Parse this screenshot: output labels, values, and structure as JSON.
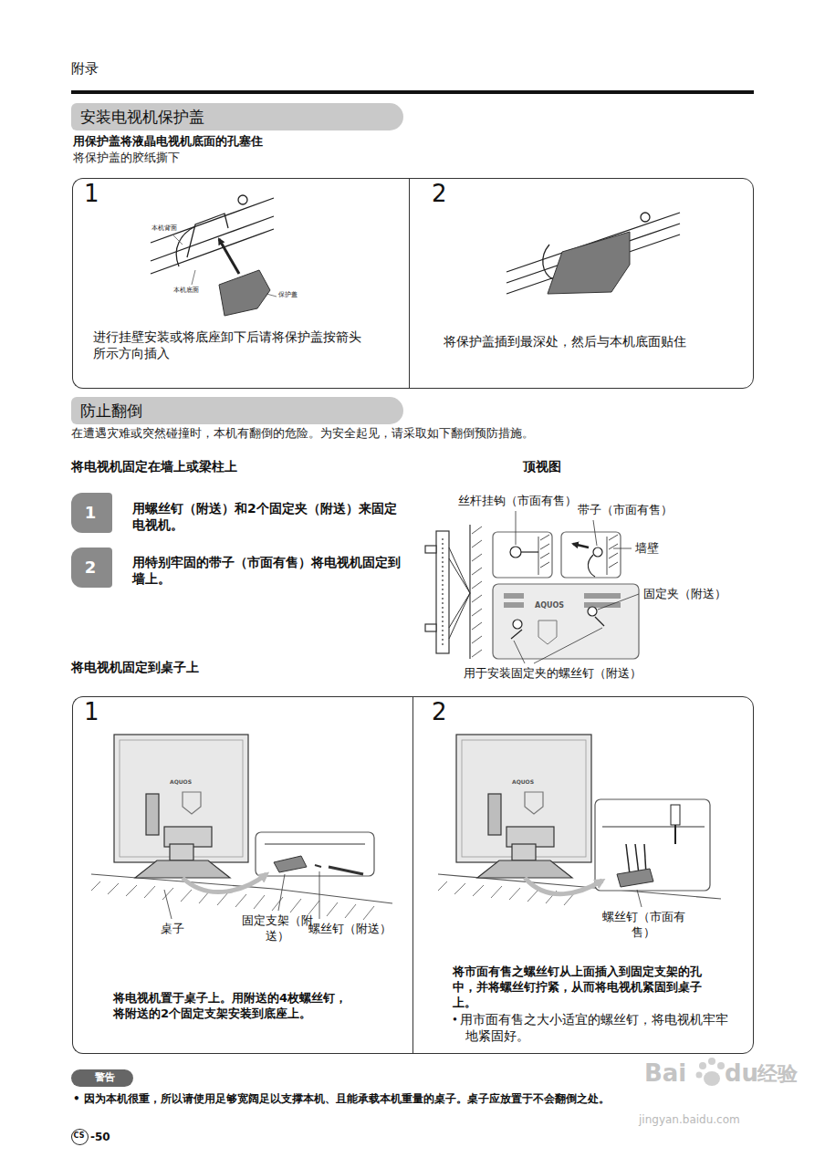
{
  "diagram": {
    "title": "附录",
    "nodes": [
      {
        "text": [
          "安装电视机保护盖"
        ]
      },
      {
        "text": [
          "1",
          "进行挂壁安装或将底座卸下后请将保护盖按箭头所示方向插入"
        ]
      },
      {
        "text": [
          "2",
          "将保护盖插到最深处，然后与本机底面贴住"
        ]
      },
      {
        "text": [
          "防止翻倒"
        ]
      },
      {
        "text": [
          "1"
        ]
      },
      {
        "text": [
          "2"
        ]
      },
      {
        "text": [
          "1",
          "将电视机置于桌子上。用附送的4枚螺丝钉，将附送的2个固定支架安装到底座上。"
        ]
      },
      {
        "text": [
          "2",
          "将市面有售之螺丝钉从上面插入到固定支架的孔中，并将螺丝钉拧紧，从而将电视机紧固到桌子上。",
          "• 用市面有售之大小适宜的螺丝钉，将电视机牢牢地紧固好。"
        ]
      },
      {
        "text": [
          "警告"
        ]
      },
      {
        "text": [
          "CS"
        ]
      }
    ],
    "labels": [
      "用保护盖将液晶电视机底面的孔塞住",
      "将保护盖的胶纸撕下",
      "本机背面",
      "本机底面",
      "保护盖",
      "在遭遇灾难或突然碰撞时，本机有翻倒的危险。为安全起见，请采取如下翻倒预防措施。",
      "将电视机固定在墙上或梁柱上",
      "用螺丝钉（附送）和2个固定夹（附送）来固定电视机。",
      "用特别牢固的带子（市面有售）将电视机固定到墙上。",
      "顶视图",
      "丝杆挂钩（市面有售）",
      "带子（市面有售）",
      "墙壁",
      "AQUOS",
      "固定夹（附送）",
      "用于安装固定夹的螺丝钉（附送）",
      "将电视机固定到桌子上",
      "AQUOS",
      "桌子",
      "固定支架（附送）",
      "螺丝钉（附送）",
      "AQUOS",
      "螺丝钉（市面有售）",
      "• 因为本机很重，所以请使用足够宽阔足以支撑本机、且能承载本机重量的桌子。桌子应放置于不会翻倒之处。",
      "Bai",
      "du",
      "经验",
      "jingyan.baidu.com",
      "-50"
    ]
  }
}
